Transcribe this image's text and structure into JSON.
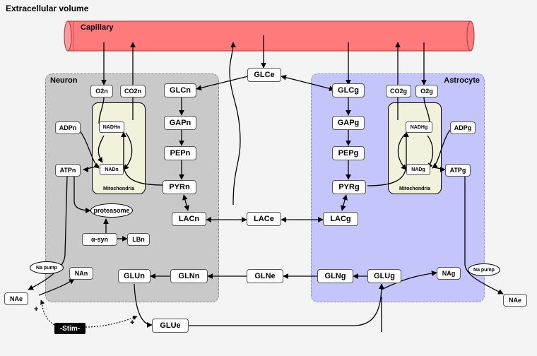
{
  "title": "Extracellular volume",
  "regions": {
    "capillary": "Capillary",
    "neuron": "Neuron",
    "astrocyte": "Astrocyte",
    "mito_neuron": "Mitochondria",
    "mito_astro": "Mitochondria"
  },
  "nodes": {
    "glce": "GLCe",
    "lace": "LACe",
    "glne": "GLNe",
    "glue": "GLUe",
    "naen": "NAe",
    "naeg": "NAe",
    "o2n": "O2n",
    "co2n": "CO2n",
    "glcn": "GLCn",
    "gapn": "GAPn",
    "pepn": "PEPn",
    "pyrn": "PYRn",
    "lacn": "LACn",
    "adpn": "ADPn",
    "atpn": "ATPn",
    "nadhn": "NADHn",
    "nadn": "NADn",
    "proteasome": "proteasome",
    "asyn": "α-syn",
    "lbn": "LBn",
    "gln": "GLNn",
    "glun": "GLUn",
    "nan": "NAn",
    "napump_n": "Na pump",
    "o2g": "O2g",
    "co2g": "CO2g",
    "glcg": "GLCg",
    "gapg": "GAPg",
    "pepg": "PEPg",
    "pyrg": "PYRg",
    "lacg": "LACg",
    "adpg": "ADPg",
    "atpg": "ATPg",
    "nadhg": "NADHg",
    "nadg": "NADg",
    "glng": "GLNg",
    "glug": "GLUg",
    "nag": "NAg",
    "napump_g": "Na pump",
    "stim": "-Stim-"
  },
  "plus_sign": "+",
  "colors": {
    "capillary": "#ff7b7b",
    "neuron_bg": "#c9c9c9",
    "astrocyte_bg": "#c4c6fb",
    "mito_bg": "#f2f2dc"
  }
}
